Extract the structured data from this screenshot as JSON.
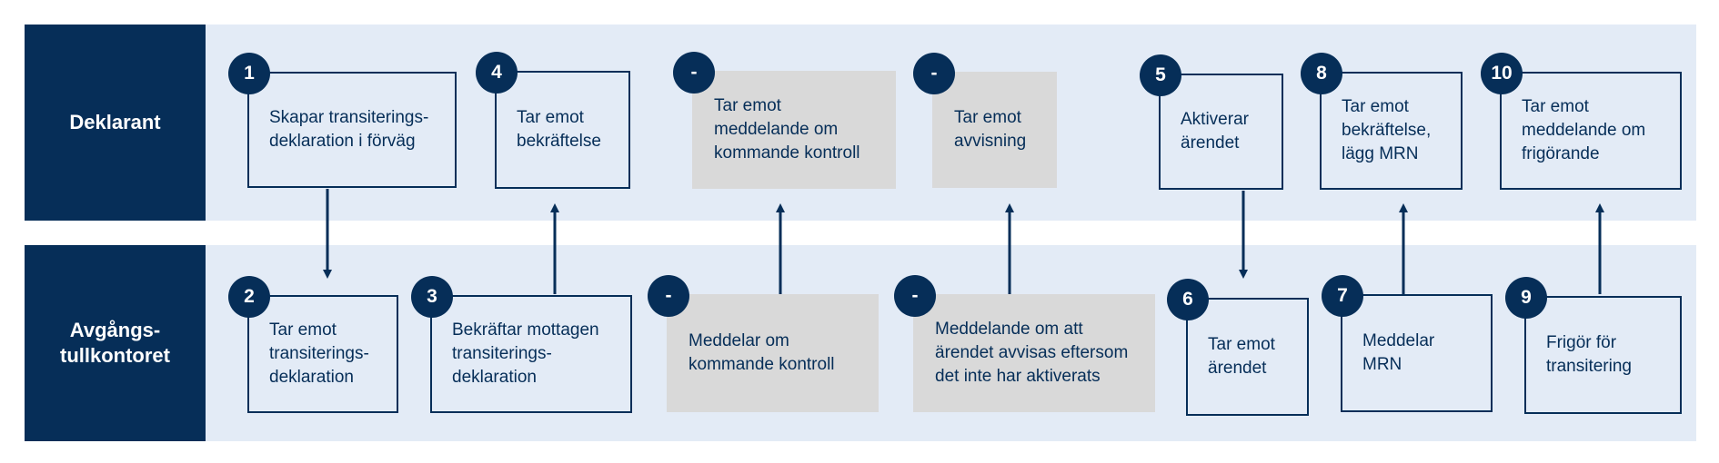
{
  "lanes": {
    "top": {
      "label": "Deklarant"
    },
    "bottom": {
      "label": "Avgångs-\ntullkontoret"
    }
  },
  "steps": {
    "s1": {
      "badge": "1",
      "text": "Skapar transiterings-\ndeklaration i förväg"
    },
    "s4": {
      "badge": "4",
      "text": "Tar emot\nbekräftelse"
    },
    "sa": {
      "badge": "-",
      "text": "Tar emot\nmeddelande om\nkommande kontroll"
    },
    "sb": {
      "badge": "-",
      "text": "Tar emot\navvisning"
    },
    "s5": {
      "badge": "5",
      "text": "Aktiverar\närendet"
    },
    "s8": {
      "badge": "8",
      "text": "Tar emot\nbekräftelse,\nlägg MRN"
    },
    "s10": {
      "badge": "10",
      "text": "Tar emot\nmeddelande om\nfrigörande"
    },
    "s2": {
      "badge": "2",
      "text": "Tar emot\ntransiterings-\ndeklaration"
    },
    "s3": {
      "badge": "3",
      "text": "Bekräftar mottagen\ntransiterings-\ndeklaration"
    },
    "sc": {
      "badge": "-",
      "text": "Meddelar om\nkommande kontroll"
    },
    "sd": {
      "badge": "-",
      "text": "Meddelande om att\närendet avvisas eftersom\ndet inte har aktiverats"
    },
    "s6": {
      "badge": "6",
      "text": "Tar emot\närendet"
    },
    "s7": {
      "badge": "7",
      "text": "Meddelar\nMRN"
    },
    "s9": {
      "badge": "9",
      "text": "Frigör för\ntransitering"
    }
  },
  "colors": {
    "navy": "#062e58",
    "lane_background": "#e3ebf6",
    "gray_box": "#d9d9d9"
  }
}
